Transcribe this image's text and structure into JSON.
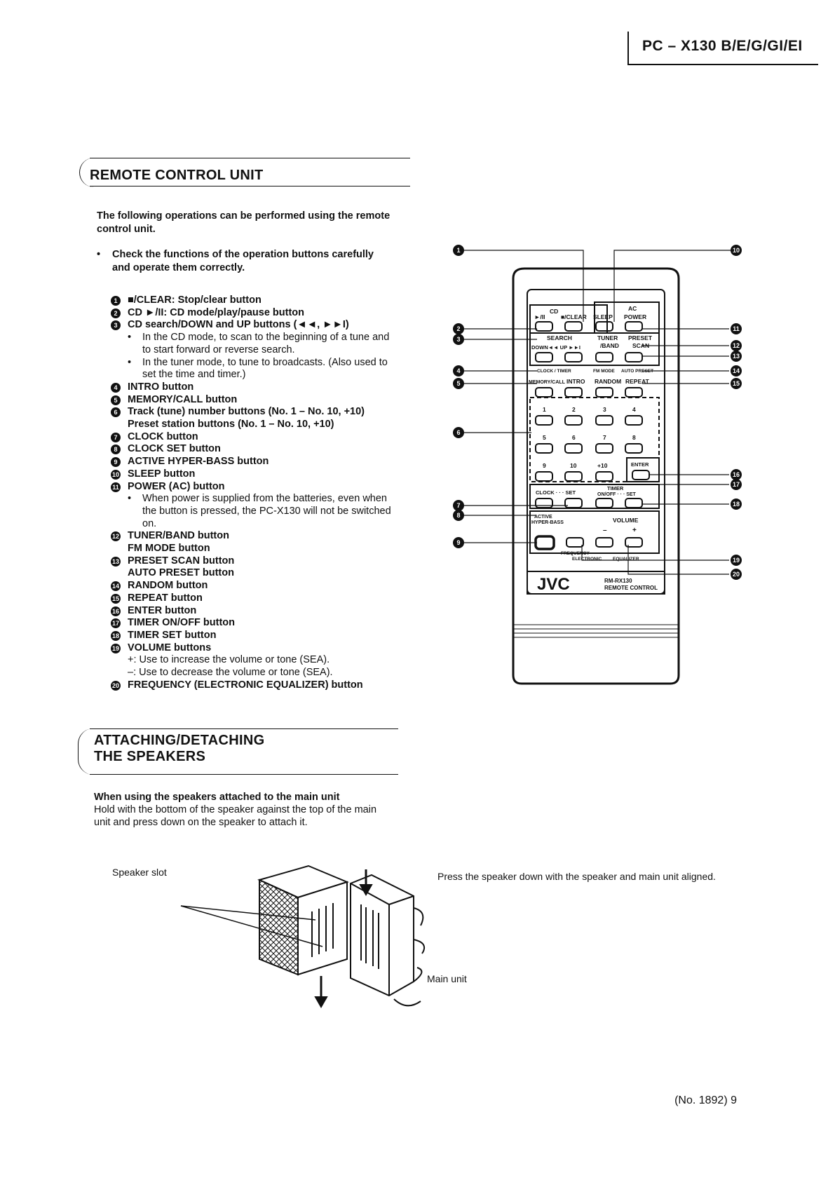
{
  "header": {
    "model": "PC – X130 B/E/G/GI/EI"
  },
  "remote_section": {
    "title": "REMOTE CONTROL UNIT",
    "intro": "The following operations can be performed using the remote control unit.",
    "check_note": "Check the functions of the operation buttons carefully and operate them correctly.",
    "items": [
      {
        "n": "1",
        "text": "■/CLEAR: Stop/clear button"
      },
      {
        "n": "2",
        "text": "CD ►/II: CD mode/play/pause button"
      },
      {
        "n": "3",
        "text": "CD search/DOWN and UP buttons (◄◄, ►►I)",
        "bullets": [
          "In the CD mode, to scan to the beginning of a tune and to start forward or reverse search.",
          "In the tuner mode, to tune to broadcasts. (Also used to set the time and timer.)"
        ]
      },
      {
        "n": "4",
        "text": "INTRO button"
      },
      {
        "n": "5",
        "text": "MEMORY/CALL button"
      },
      {
        "n": "6",
        "text": "Track (tune) number buttons (No. 1 – No. 10, +10)",
        "sub": [
          "Preset station buttons (No. 1 – No. 10, +10)"
        ]
      },
      {
        "n": "7",
        "text": "CLOCK button"
      },
      {
        "n": "8",
        "text": "CLOCK SET button"
      },
      {
        "n": "9",
        "text": "ACTIVE HYPER-BASS button"
      },
      {
        "n": "10",
        "text": "SLEEP button"
      },
      {
        "n": "11",
        "text": "POWER (AC) button",
        "bullets": [
          "When power is supplied from the batteries, even when the button is pressed, the PC-X130 will not be switched on."
        ]
      },
      {
        "n": "12",
        "text": "TUNER/BAND button",
        "sub": [
          "FM MODE button"
        ]
      },
      {
        "n": "13",
        "text": "PRESET SCAN button",
        "sub": [
          "AUTO PRESET button"
        ]
      },
      {
        "n": "14",
        "text": "RANDOM button"
      },
      {
        "n": "15",
        "text": "REPEAT button"
      },
      {
        "n": "16",
        "text": "ENTER button"
      },
      {
        "n": "17",
        "text": "TIMER ON/OFF button"
      },
      {
        "n": "18",
        "text": "TIMER SET button"
      },
      {
        "n": "19",
        "text": "VOLUME buttons",
        "sub": [
          "+: Use to increase the volume or tone (SEA).",
          "–: Use to decrease the volume or tone (SEA)."
        ]
      },
      {
        "n": "20",
        "text": "FREQUENCY (ELECTRONIC EQUALIZER) button"
      }
    ]
  },
  "remote_diagram": {
    "labels": {
      "cd": "CD",
      "ac": "AC",
      "play": "►/II",
      "clear": "■/CLEAR",
      "sleep": "SLEEP",
      "power": "POWER",
      "search": "SEARCH",
      "down_up": "DOWN◄◄ UP ►►I",
      "tuner": "TUNER",
      "band": "/BAND",
      "preset": "PRESET",
      "scan": "SCAN",
      "clock_timer": "CLOCK / TIMER",
      "fm_mode": "FM MODE",
      "auto_preset": "AUTO PRESET",
      "memory_call": "MEMORY/CALL",
      "intro": "INTRO",
      "random": "RANDOM",
      "repeat": "REPEAT",
      "n1": "1",
      "n2": "2",
      "n3": "3",
      "n4": "4",
      "n5": "5",
      "n6": "6",
      "n7": "7",
      "n8": "8",
      "n9": "9",
      "n10": "10",
      "n10p": "+10",
      "enter": "ENTER",
      "clock_set": "CLOCK · · · SET",
      "timer": "TIMER",
      "onoff_set": "ON/OFF · · · SET",
      "active": "ACTIVE",
      "hyper_bass": "HYPER-BASS",
      "volume": "VOLUME",
      "minus": "–",
      "plus": "+",
      "frequency": "FREQUENCY",
      "electronic": "ELECTRONIC",
      "equalizer": "EQUALIZER",
      "brand": "JVC",
      "model": "RM-RX130",
      "remote_control": "REMOTE CONTROL"
    }
  },
  "speaker_section": {
    "title_line1": "ATTACHING/DETACHING",
    "title_line2": "THE SPEAKERS",
    "subhead": "When using the speakers attached to the main unit",
    "body": "Hold with the bottom of the speaker against the top of the main unit and press down on the speaker to attach it.",
    "label_slot": "Speaker slot",
    "label_main_unit": "Main unit",
    "label_press": "Press the speaker down with the speaker and main unit aligned."
  },
  "footer": {
    "page": "(No. 1892) 9"
  }
}
